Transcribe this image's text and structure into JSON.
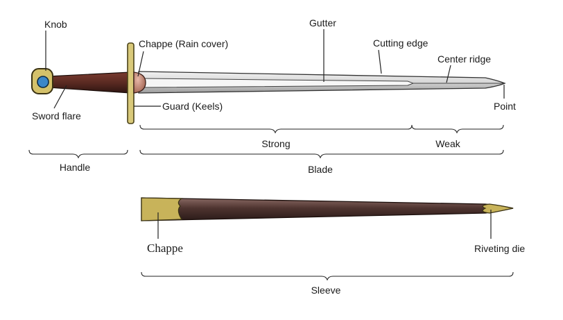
{
  "sword": {
    "labels": {
      "knob": "Knob",
      "chappe_rain_cover": "Chappe (Rain cover)",
      "gutter": "Gutter",
      "cutting_edge": "Cutting edge",
      "center_ridge": "Center ridge",
      "sword_flare": "Sword flare",
      "guard_keels": "Guard (Keels)",
      "point": "Point"
    },
    "sections": {
      "strong": "Strong",
      "weak": "Weak",
      "handle": "Handle",
      "blade": "Blade"
    }
  },
  "sheath": {
    "labels": {
      "chappe": "Chappe",
      "riveting_die": "Riveting die"
    },
    "sections": {
      "sleeve": "Sleeve"
    }
  },
  "colors": {
    "grip": "#5a2a22",
    "knob_gold": "#d4c16a",
    "knob_blue": "#3c87c8",
    "guard_gold": "#d9c97a",
    "blade_steel": "#d9d9d9",
    "sheath_brown": "#4e3430",
    "fitting_gold": "#c8b35a"
  }
}
